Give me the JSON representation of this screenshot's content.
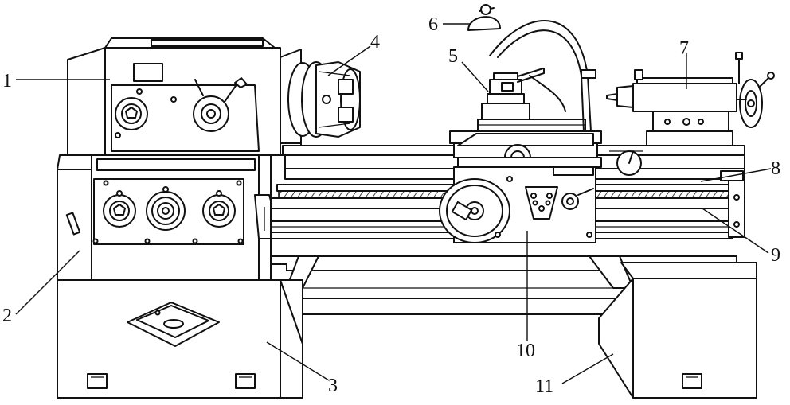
{
  "callouts": [
    {
      "id": "1",
      "text": "1"
    },
    {
      "id": "2",
      "text": "2"
    },
    {
      "id": "3",
      "text": "3"
    },
    {
      "id": "4",
      "text": "4"
    },
    {
      "id": "5",
      "text": "5"
    },
    {
      "id": "6",
      "text": "6"
    },
    {
      "id": "7",
      "text": "7"
    },
    {
      "id": "8",
      "text": "8"
    },
    {
      "id": "9",
      "text": "9"
    },
    {
      "id": "10",
      "text": "10"
    },
    {
      "id": "11",
      "text": "11"
    }
  ],
  "colors": {
    "line": "#111111",
    "background": "#ffffff"
  }
}
